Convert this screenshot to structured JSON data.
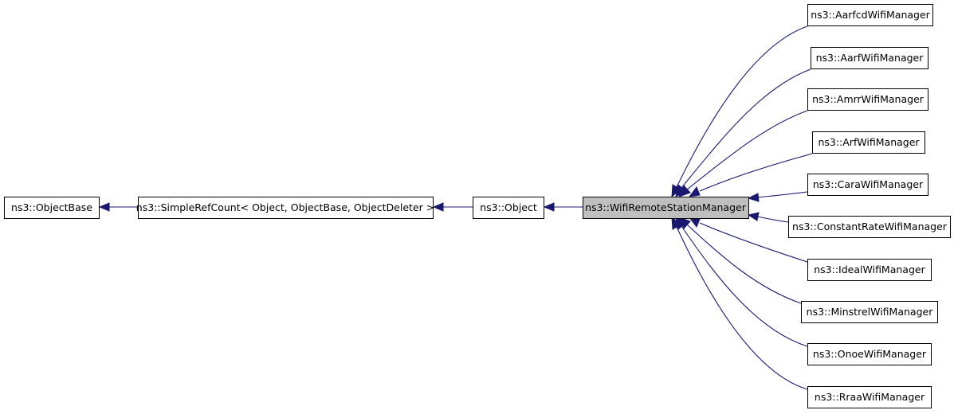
{
  "diagram": {
    "colors": {
      "edge": "#191970",
      "highlight": "#bfbfbf",
      "box_border": "#000000"
    },
    "nodes": {
      "objectbase": "ns3::ObjectBase",
      "simplerefcount": "ns3::SimpleRefCount< Object, ObjectBase, ObjectDeleter >",
      "object": "ns3::Object",
      "wifiremote": "ns3::WifiRemoteStationManager",
      "aarfcd": "ns3::AarfcdWifiManager",
      "aarf": "ns3::AarfWifiManager",
      "amrr": "ns3::AmrrWifiManager",
      "arf": "ns3::ArfWifiManager",
      "cara": "ns3::CaraWifiManager",
      "constantrate": "ns3::ConstantRateWifiManager",
      "ideal": "ns3::IdealWifiManager",
      "minstrel": "ns3::MinstrelWifiManager",
      "onoe": "ns3::OnoeWifiManager",
      "rraa": "ns3::RraaWifiManager"
    }
  }
}
